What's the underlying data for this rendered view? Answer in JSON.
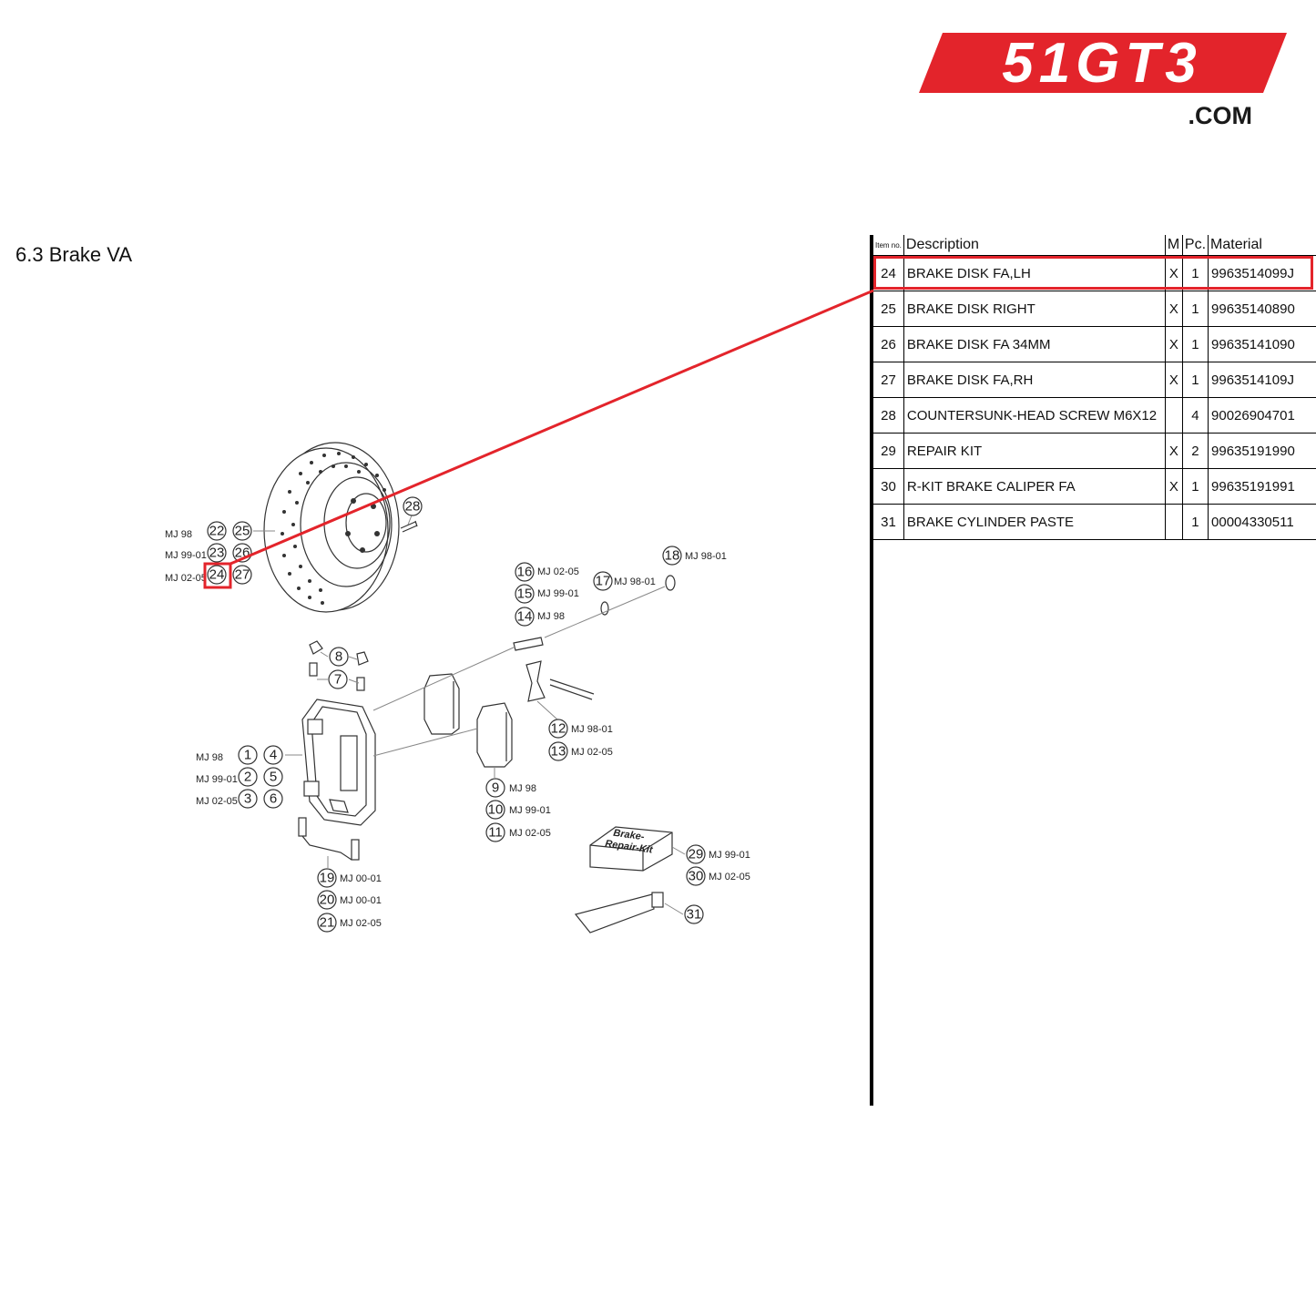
{
  "logo": {
    "text": "51GT3",
    "suffix": ".COM",
    "color": "#e3242b"
  },
  "section": {
    "title": "6.3  Brake VA"
  },
  "table": {
    "headers": {
      "item": "Item no.",
      "description": "Description",
      "m": "M",
      "pc": "Pc.",
      "material": "Material"
    },
    "highlighted_item": "24",
    "rows": [
      {
        "item": "24",
        "description": "BRAKE DISK FA,LH",
        "m": "X",
        "pc": "1",
        "material": "9963514099J"
      },
      {
        "item": "25",
        "description": "BRAKE DISK RIGHT",
        "m": "X",
        "pc": "1",
        "material": "99635140890"
      },
      {
        "item": "26",
        "description": "BRAKE DISK FA 34MM",
        "m": "X",
        "pc": "1",
        "material": "99635141090"
      },
      {
        "item": "27",
        "description": "BRAKE DISK FA,RH",
        "m": "X",
        "pc": "1",
        "material": "9963514109J"
      },
      {
        "item": "28",
        "description": "COUNTERSUNK-HEAD SCREW M6X12",
        "m": "",
        "pc": "4",
        "material": "90026904701"
      },
      {
        "item": "29",
        "description": "REPAIR KIT",
        "m": "X",
        "pc": "2",
        "material": "99635191990"
      },
      {
        "item": "30",
        "description": "R-KIT BRAKE CALIPER FA",
        "m": "X",
        "pc": "1",
        "material": "99635191991"
      },
      {
        "item": "31",
        "description": "BRAKE CYLINDER PASTE",
        "m": "",
        "pc": "1",
        "material": "00004330511"
      }
    ]
  },
  "diagram": {
    "kit_box_label_1": "Brake-",
    "kit_box_label_2": "Repair-Kit",
    "callouts": {
      "mj98": "MJ 98",
      "mj9901": "MJ 99-01",
      "mj0205": "MJ 02-05",
      "mj9801": "MJ 98-01",
      "mj0001": "MJ 00-01"
    },
    "bubbles": {
      "b1": "1",
      "b2": "2",
      "b3": "3",
      "b4": "4",
      "b5": "5",
      "b6": "6",
      "b7": "7",
      "b8": "8",
      "b9": "9",
      "b10": "10",
      "b11": "11",
      "b12": "12",
      "b13": "13",
      "b14": "14",
      "b15": "15",
      "b16": "16",
      "b17": "17",
      "b18": "18",
      "b19": "19",
      "b20": "20",
      "b21": "21",
      "b22": "22",
      "b23": "23",
      "b24": "24",
      "b25": "25",
      "b26": "26",
      "b27": "27",
      "b28": "28",
      "b29": "29",
      "b30": "30",
      "b31": "31"
    }
  }
}
